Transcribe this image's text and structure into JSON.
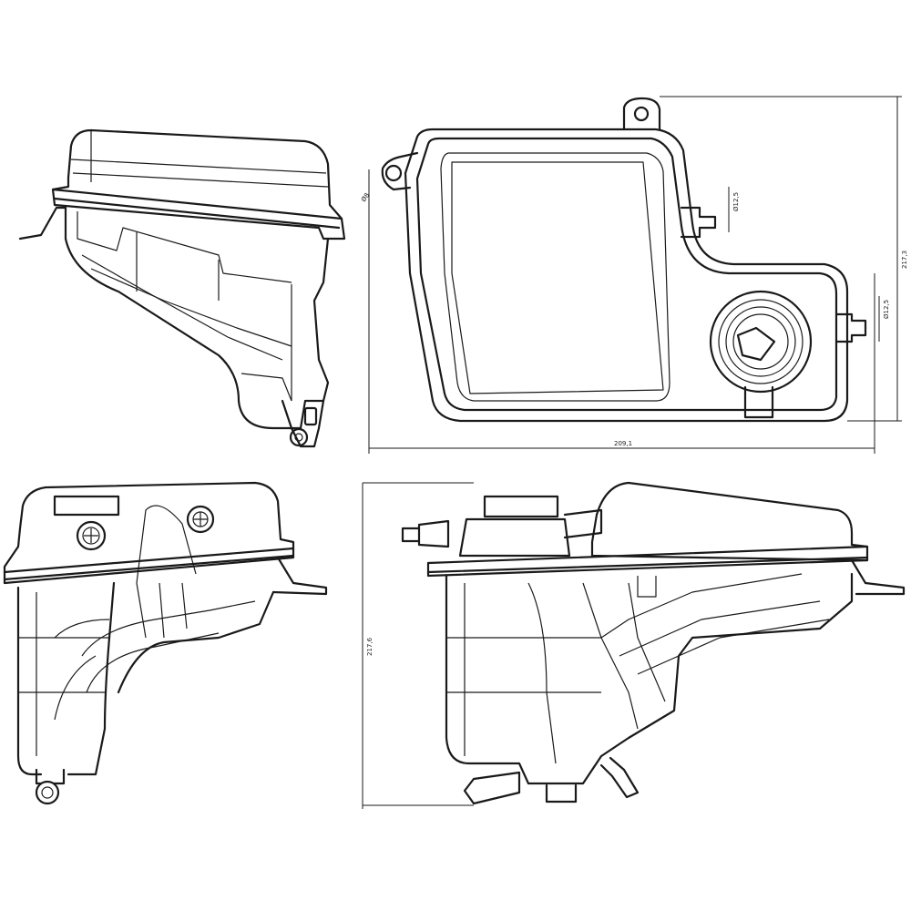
{
  "dimensions": {
    "width": "209,1",
    "height_top": "217,3",
    "height_side": "217,6",
    "port_top": "Ø12,5",
    "port_right": "Ø12,5",
    "mount_hole": "Ø8"
  },
  "colors": {
    "line": "#1a1a1a",
    "background": "#ffffff"
  }
}
